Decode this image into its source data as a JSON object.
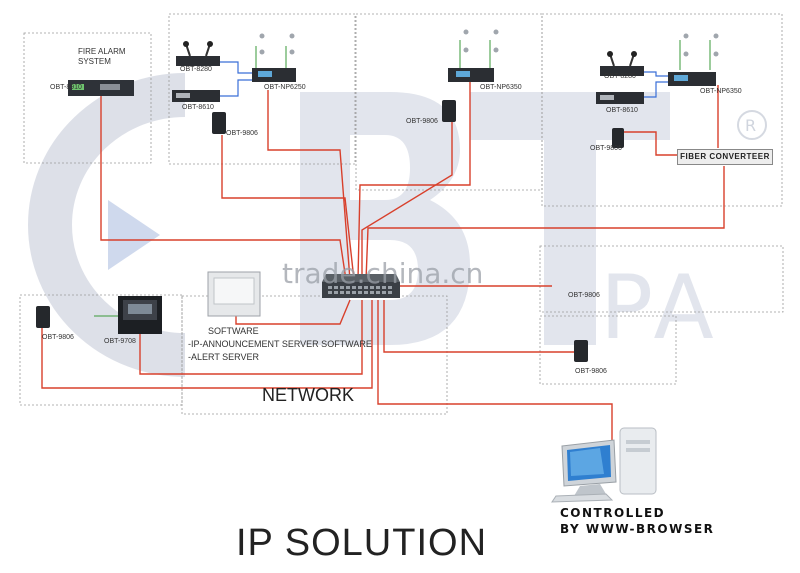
{
  "title": "IP SOLUTION",
  "network_label": "NETWORK",
  "watermark": "trade.china.cn",
  "zones": {
    "fire_alarm": {
      "label": "FIRE ALARM\nSYSTEM",
      "device": "OBT-8910"
    },
    "zone2": {
      "mic": "OBT-8280",
      "amp": "OBT-8610",
      "unit": "OBT-NP6250",
      "speaker": "OBT-9806"
    },
    "zone3": {
      "unit": "OBT-NP6350",
      "speaker": "OBT-9806"
    },
    "zone4": {
      "mic": "OBT-8280",
      "amp": "OBT-8610",
      "unit": "OBT-NP6350",
      "speaker": "OBT-9806",
      "fiber": "FIBER CONVERTEER"
    },
    "zone5": {
      "speaker_partial": "OBT-9806"
    },
    "zone6": {
      "speaker": "OBT-9806"
    },
    "zone7": {
      "speaker": "OBT-9806",
      "console": "OBT-9708"
    }
  },
  "software": {
    "line1": "SOFTWARE",
    "line2": "-IP-ANNOUNCEMENT SERVER SOFTWARE",
    "line3": "-ALERT SERVER"
  },
  "controlled": {
    "line1": "CONTROLLED",
    "line2": "BY WWW-BROWSER"
  },
  "colors": {
    "wire": "#d8402c",
    "wire_blue": "#3a6fd8",
    "wire_green": "#3a9a3a",
    "dashed_border": "#9a9a9a",
    "watermark": "#cdd2dc"
  },
  "icons": {
    "switch": "network-switch-icon",
    "computer": "desktop-computer-icon",
    "speaker": "wall-speaker-icon",
    "ceiling": "ceiling-speaker-icon"
  }
}
